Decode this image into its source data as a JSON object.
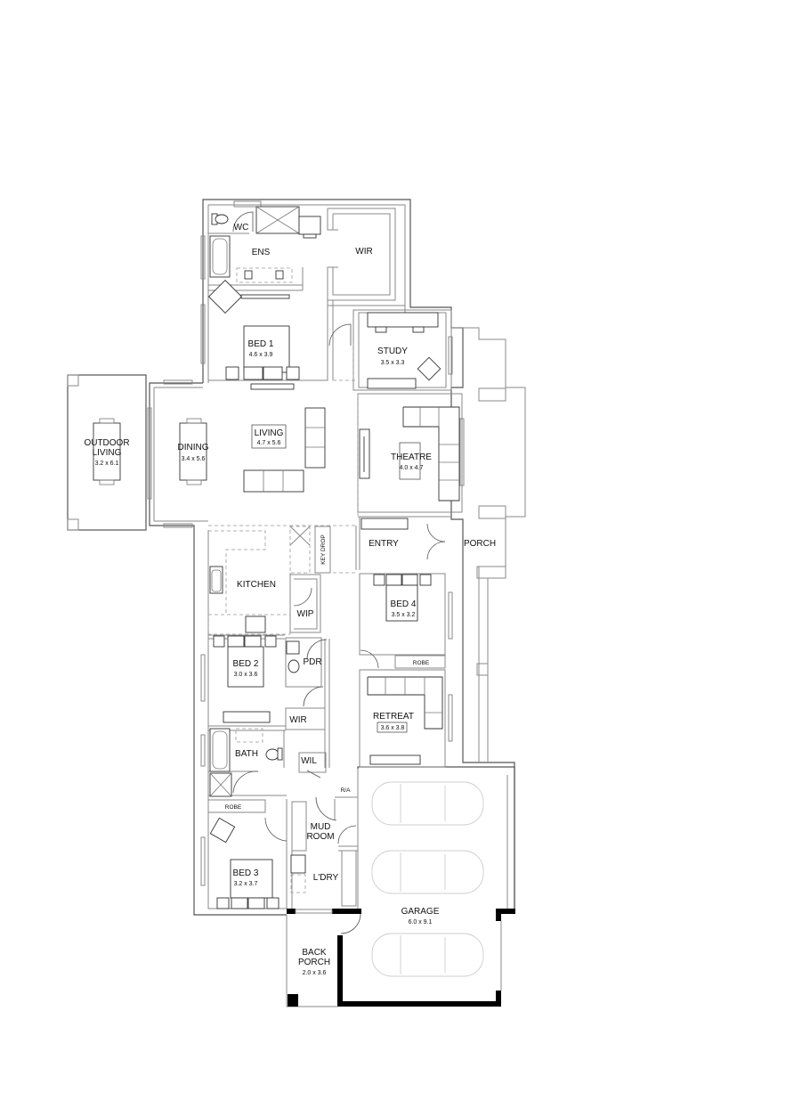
{
  "plan": {
    "rooms": [
      {
        "id": "wc",
        "name": "WC",
        "dims": ""
      },
      {
        "id": "ens",
        "name": "ENS",
        "dims": ""
      },
      {
        "id": "wir1",
        "name": "WIR",
        "dims": ""
      },
      {
        "id": "bed1",
        "name": "BED 1",
        "dims": "4.6 x 3.9"
      },
      {
        "id": "study",
        "name": "STUDY",
        "dims": "3.5 x 3.3"
      },
      {
        "id": "outdoor",
        "name": "OUTDOOR",
        "name2": "LIVING",
        "dims": "3.2 x 6.1"
      },
      {
        "id": "dining",
        "name": "DINING",
        "dims": "3.4 x 5.6"
      },
      {
        "id": "living",
        "name": "LIVING",
        "dims": "4.7 x 5.6"
      },
      {
        "id": "theatre",
        "name": "THEATRE",
        "dims": "4.0 x 4.7"
      },
      {
        "id": "entry",
        "name": "ENTRY",
        "dims": ""
      },
      {
        "id": "porch",
        "name": "PORCH",
        "dims": ""
      },
      {
        "id": "keydrop",
        "name": "KEY DROP",
        "dims": ""
      },
      {
        "id": "kitchen",
        "name": "KITCHEN",
        "dims": ""
      },
      {
        "id": "wip",
        "name": "WIP",
        "dims": ""
      },
      {
        "id": "bed4",
        "name": "BED 4",
        "dims": "3.5 x 3.2"
      },
      {
        "id": "robe4",
        "name": "ROBE",
        "dims": ""
      },
      {
        "id": "bed2",
        "name": "BED 2",
        "dims": "3.0 x 3.6"
      },
      {
        "id": "pdr",
        "name": "PDR",
        "dims": ""
      },
      {
        "id": "wir2",
        "name": "WIR",
        "dims": ""
      },
      {
        "id": "retreat",
        "name": "RETREAT",
        "dims": "3.6 x 3.8"
      },
      {
        "id": "bath",
        "name": "BATH",
        "dims": ""
      },
      {
        "id": "wil",
        "name": "WIL",
        "dims": ""
      },
      {
        "id": "ra",
        "name": "R/A",
        "dims": ""
      },
      {
        "id": "robe3",
        "name": "ROBE",
        "dims": ""
      },
      {
        "id": "mud",
        "name": "MUD",
        "name2": "ROOM",
        "dims": ""
      },
      {
        "id": "bed3",
        "name": "BED 3",
        "dims": "3.2 x 3.7"
      },
      {
        "id": "ldry",
        "name": "L'DRY",
        "dims": ""
      },
      {
        "id": "garage",
        "name": "GARAGE",
        "dims": "6.0 x 9.1"
      },
      {
        "id": "backporch",
        "name": "BACK",
        "name2": "PORCH",
        "dims": "2.0 x 3.6"
      }
    ],
    "colors": {
      "wall": "#555555",
      "furniture": "#333333",
      "car_outline": "#cfcfcf",
      "solid_wall": "#000000",
      "background": "#ffffff"
    }
  }
}
